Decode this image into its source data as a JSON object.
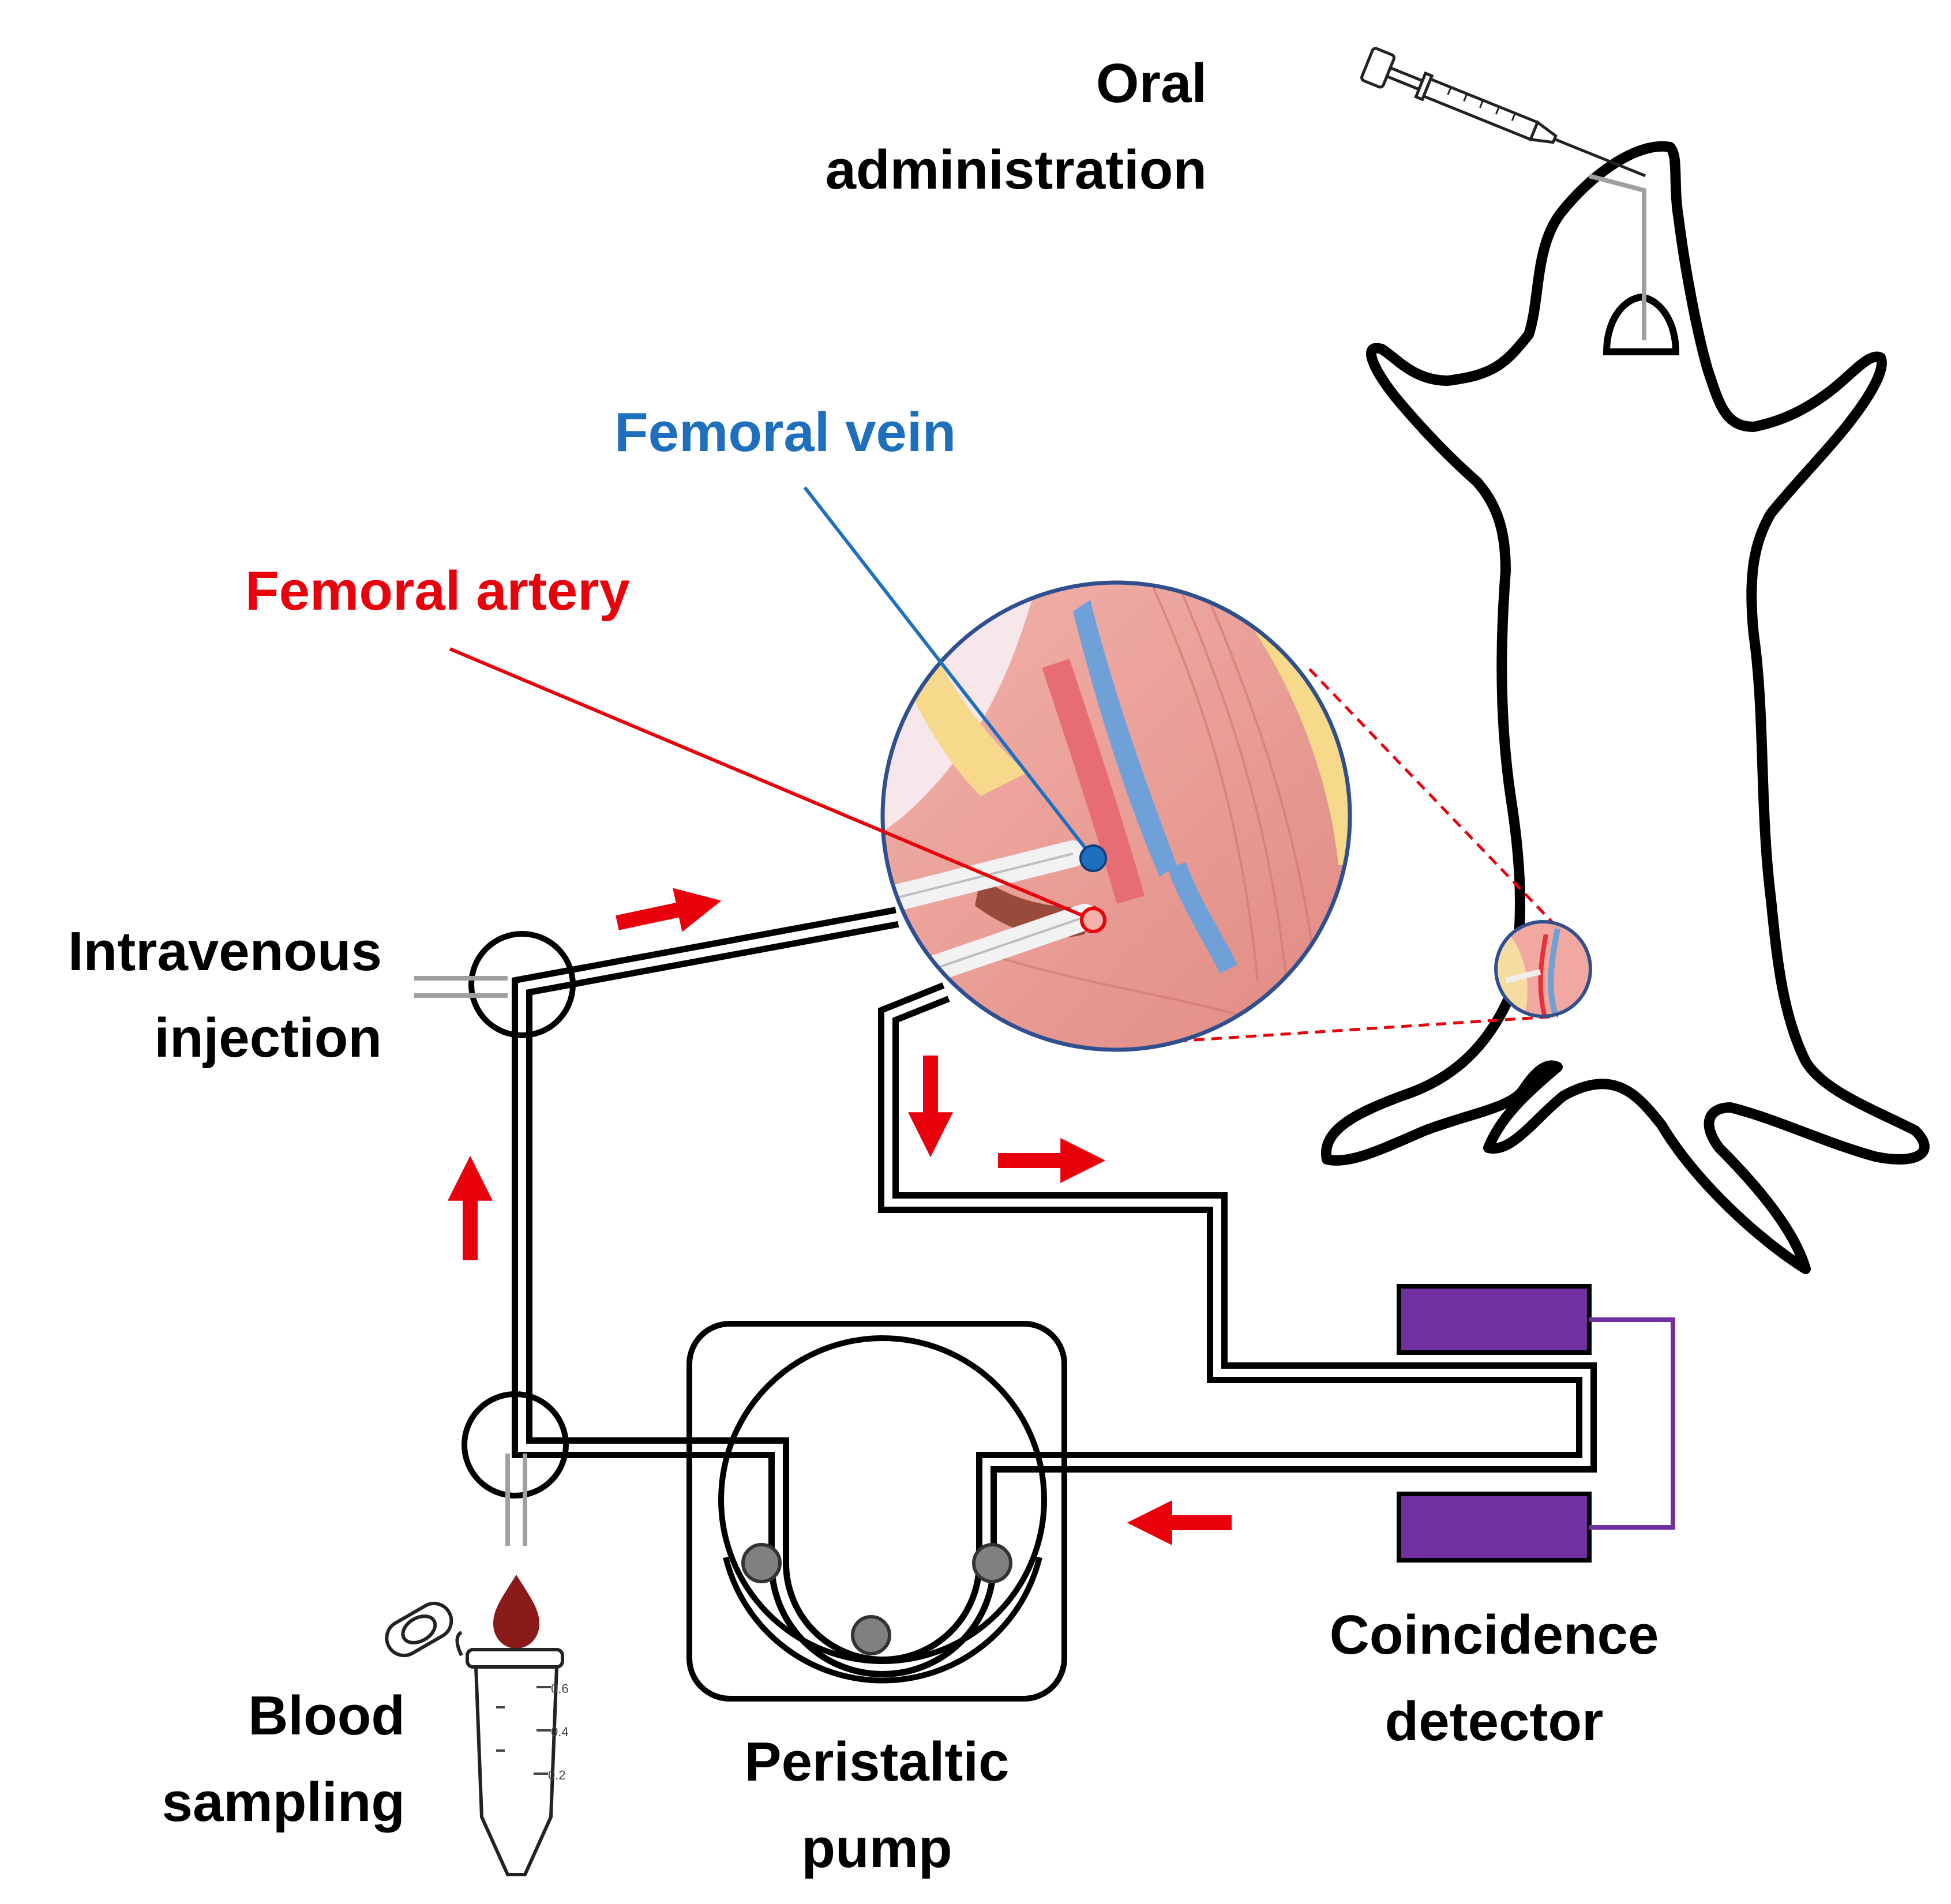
{
  "labels": {
    "oral_line1": "Oral",
    "oral_line2": "administration",
    "femoral_vein": "Femoral vein",
    "femoral_artery": "Femoral artery",
    "iv_line1": "Intravenous",
    "iv_line2": "injection",
    "blood_line1": "Blood",
    "blood_line2": "sampling",
    "pump_line1": "Peristaltic",
    "pump_line2": "pump",
    "detector_line1": "Coincidence",
    "detector_line2": "detector"
  },
  "tube_scale": {
    "mark_6": "0.6",
    "mark_4": "0.4",
    "mark_2": "0.2"
  },
  "colors": {
    "vein": "#1f6fbf",
    "artery": "#e8000b",
    "detector": "#7030a0",
    "flow_arrow": "#e8000b",
    "blood_drop": "#8b1a1a",
    "roller": "#808080",
    "outline": "#000000"
  },
  "icons": {
    "syringe": "syringe-icon",
    "rat": "rat-silhouette",
    "blood_drop": "blood-drop-icon",
    "tube": "microcentrifuge-tube-icon"
  }
}
